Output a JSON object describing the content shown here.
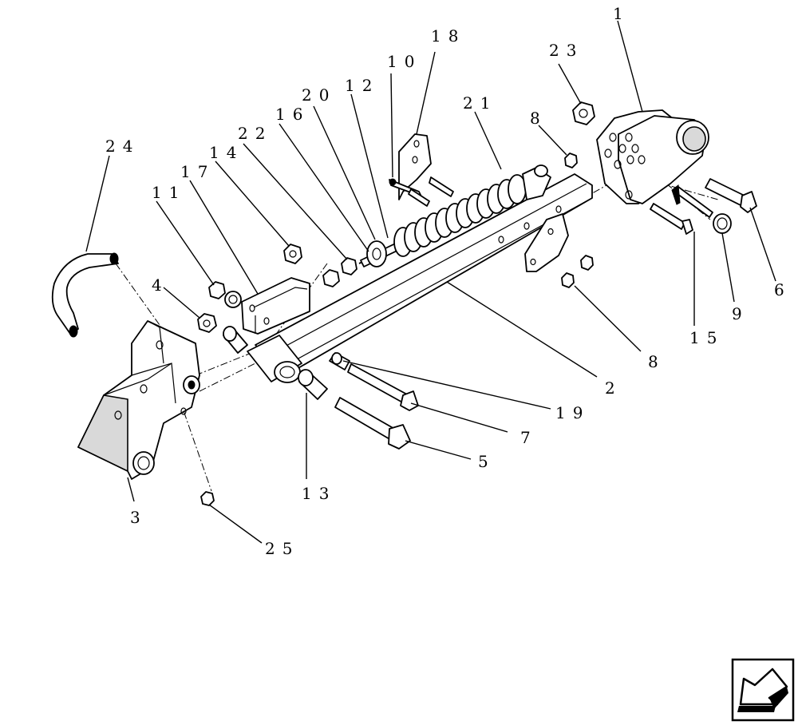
{
  "callouts": [
    {
      "id": "1",
      "text": "1"
    },
    {
      "id": "2",
      "text": "2"
    },
    {
      "id": "3",
      "text": "3"
    },
    {
      "id": "4",
      "text": "4"
    },
    {
      "id": "5",
      "text": "5"
    },
    {
      "id": "6",
      "text": "6"
    },
    {
      "id": "7",
      "text": "7"
    },
    {
      "id": "8a",
      "text": "8"
    },
    {
      "id": "8b",
      "text": "8"
    },
    {
      "id": "9",
      "text": "9"
    },
    {
      "id": "10",
      "text": "10"
    },
    {
      "id": "11",
      "text": "11"
    },
    {
      "id": "12",
      "text": "12"
    },
    {
      "id": "13",
      "text": "13"
    },
    {
      "id": "14",
      "text": "14"
    },
    {
      "id": "15",
      "text": "15"
    },
    {
      "id": "16",
      "text": "16"
    },
    {
      "id": "17",
      "text": "17"
    },
    {
      "id": "18",
      "text": "18"
    },
    {
      "id": "19",
      "text": "19"
    },
    {
      "id": "20",
      "text": "20"
    },
    {
      "id": "21",
      "text": "21"
    },
    {
      "id": "22",
      "text": "22"
    },
    {
      "id": "23",
      "text": "23"
    },
    {
      "id": "24",
      "text": "24"
    },
    {
      "id": "25",
      "text": "25"
    }
  ],
  "nav": {
    "icon": "back-arrow-icon"
  }
}
